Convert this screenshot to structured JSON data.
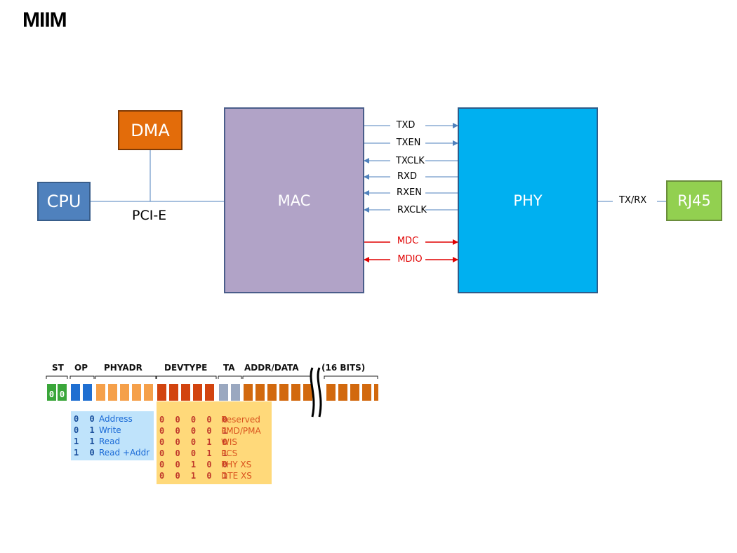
{
  "title": "MIIM",
  "blocks": {
    "cpu": "CPU",
    "dma": "DMA",
    "mac": "MAC",
    "phy": "PHY",
    "rj45": "RJ45"
  },
  "bus_label": "PCI-E",
  "signals": [
    {
      "name": "TXD",
      "direction": "mac-to-phy",
      "color": "#4f81bd"
    },
    {
      "name": "TXEN",
      "direction": "mac-to-phy",
      "color": "#4f81bd"
    },
    {
      "name": "TXCLK",
      "direction": "phy-to-mac",
      "color": "#4f81bd"
    },
    {
      "name": "RXD",
      "direction": "phy-to-mac",
      "color": "#4f81bd"
    },
    {
      "name": "RXEN",
      "direction": "phy-to-mac",
      "color": "#4f81bd"
    },
    {
      "name": "RXCLK",
      "direction": "phy-to-mac",
      "color": "#4f81bd"
    },
    {
      "name": "MDC",
      "direction": "mac-to-phy",
      "color": "#e00000"
    },
    {
      "name": "MDIO",
      "direction": "bidirectional",
      "color": "#e00000"
    }
  ],
  "line_label": "TX/RX",
  "frame": {
    "headers": {
      "st": "ST",
      "op": "OP",
      "phyadr": "PHYADR",
      "devtype": "DEVTYPE",
      "ta": "TA",
      "addr_data": "ADDR/DATA",
      "bits": "(16 BITS)"
    },
    "st_bits": [
      "0",
      "0"
    ],
    "op_codes": [
      {
        "code": "0 0",
        "label": "Address"
      },
      {
        "code": "0 1",
        "label": "Write"
      },
      {
        "code": "1 1",
        "label": "Read"
      },
      {
        "code": "1 0",
        "label": "Read +Addr"
      }
    ],
    "dev_codes": [
      {
        "code": "0 0 0 0 0",
        "label": "Reserved"
      },
      {
        "code": "0 0 0 0 1",
        "label": "PMD/PMA"
      },
      {
        "code": "0 0 0 1 0",
        "label": "WIS"
      },
      {
        "code": "0 0 0 1 1",
        "label": "PCS"
      },
      {
        "code": "0 0 1 0 0",
        "label": "PHY XS"
      },
      {
        "code": "0 0 1 0 1",
        "label": "DTE XS"
      }
    ],
    "colors": {
      "st": "#3aa63a",
      "op": "#1f6fd1",
      "phyadr": "#f5a04a",
      "devtype": "#d2440f",
      "ta": "#9aa8c0",
      "data": "#d2690e"
    }
  }
}
